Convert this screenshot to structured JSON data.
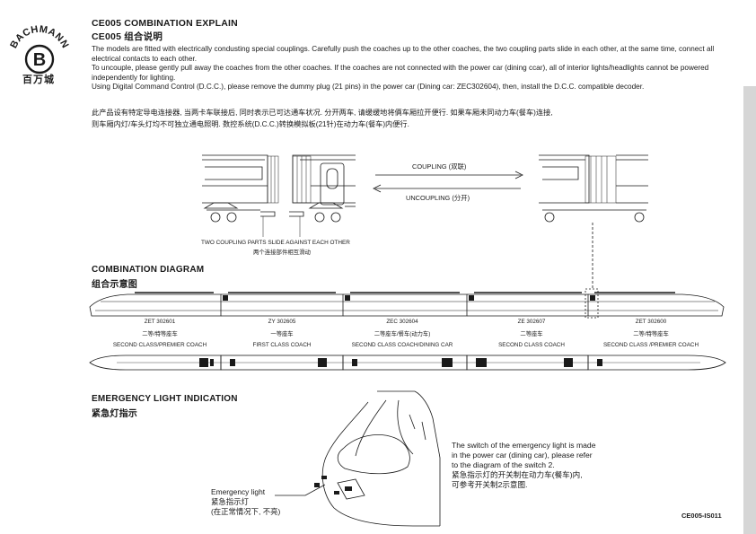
{
  "brand": {
    "name": "BACHMANN",
    "chinese": "百万城",
    "mark": "B"
  },
  "header": {
    "title_en": "CE005 COMBINATION EXPLAIN",
    "title_cn": "CE005 组合说明"
  },
  "paragraphs_en": [
    "The models are fitted with electrically condusting special couplings. Carefully push the coaches up to the other coaches, the two coupling parts slide in each other, at the same time, connect all electrical contacts to each other.",
    "To uncouple, please gently pull away the coaches from the other coaches. If the coaches are not connected with the power car (dining ccar), all of interior lights/headlights cannot be powered independently for lighting.",
    "Using Digital Command Control (D.C.C.), please remove the dummy plug (21 pins) in the power car (Dining car: ZEC302604), then, install the D.C.C. compatible decoder."
  ],
  "paragraphs_cn": [
    "此产品设有特定导电连接器, 当两卡车联接后, 同时表示已可达通车状况. 分开两车, 请缓缓地将俩车厢拉开便行. 如果车厢未同动力车(餐车)连接,",
    "则车厢内灯/车头灯均不可独立通电照明. 数控系统(D.C.C.)转换模拟板(21针)在动力车(餐车)内便行."
  ],
  "coupling": {
    "coupling_label": "COUPLING (双联)",
    "uncoupling_label": "UNCOUPLING (分开)",
    "caption_en": "TWO COUPLING PARTS SLIDE AGAINST EACH OTHER",
    "caption_cn": "两个连接部件相互滑动"
  },
  "combination": {
    "title_en": "COMBINATION DIAGRAM",
    "title_cn": "组合示意图",
    "cars": [
      {
        "code": "ZET 302601",
        "class_cn": "二等/特等座车",
        "class_en": "SECOND CLASS/PREMIER COACH"
      },
      {
        "code": "ZY 302605",
        "class_cn": "一等座车",
        "class_en": "FIRST CLASS COACH"
      },
      {
        "code": "ZEC 302604",
        "class_cn": "二等座车/餐车(动力车)",
        "class_en": "SECOND CLASS COACH/DINING CAR"
      },
      {
        "code": "ZE 302607",
        "class_cn": "二等座车",
        "class_en": "SECOND CLASS COACH"
      },
      {
        "code": "ZET 302600",
        "class_cn": "二等/特等座车",
        "class_en": "SECOND CLASS /PREMIER COACH"
      }
    ]
  },
  "emergency": {
    "title_en": "EMERGENCY LIGHT INDICATION",
    "title_cn": "紧急灯指示",
    "note_en": [
      "The switch of the emergency light is made",
      "in the power car (dining car), please refer",
      "to the diagram of the switch 2."
    ],
    "note_cn": [
      "紧急指示灯的开关制在动力车(餐车)内,",
      "可参考开关制2示意图."
    ],
    "callout": [
      "Emergency light",
      "紧急指示灯",
      "(在正常情况下, 不亮)"
    ]
  },
  "footer": {
    "doc_code": "CE005-IS011"
  },
  "colors": {
    "sidebar": "#d6d6d6",
    "line": "#1a1a1a",
    "window": "#9a9a9a"
  }
}
